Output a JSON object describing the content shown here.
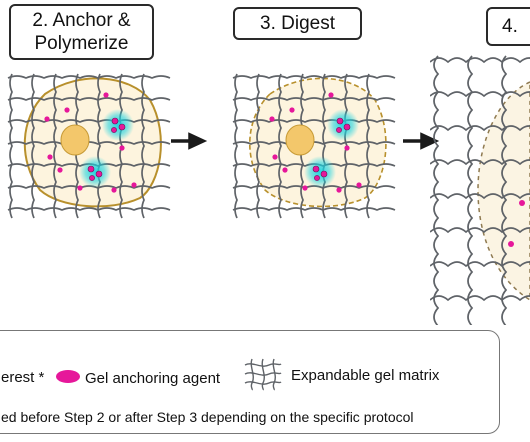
{
  "steps": {
    "step2": {
      "line1": "2. Anchor &",
      "line2": "Polymerize"
    },
    "step3": {
      "label": "3. Digest"
    },
    "step4": {
      "label": "4."
    }
  },
  "legend": {
    "protein_of_interest": "erest *",
    "gel_anchoring_agent": "Gel anchoring agent",
    "expandable_gel_matrix": "Expandable gel matrix",
    "footnote": "ed before Step 2 or after Step 3 depending on the specific protocol"
  },
  "colors": {
    "mesh": "#5f6368",
    "cell_fill": "#fdf4de",
    "cell_outline": "#b8902c",
    "nucleus": "#f3c76b",
    "anchor": "#e6179a",
    "fluor": "#19d2e0",
    "arrow": "#1a1a1a"
  }
}
